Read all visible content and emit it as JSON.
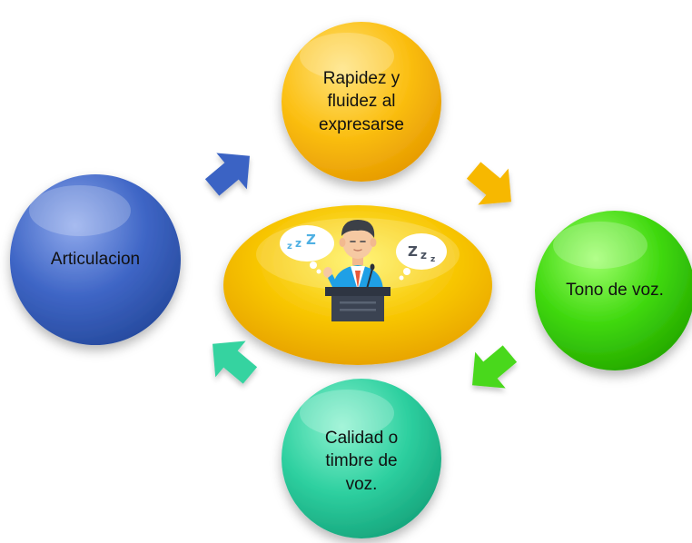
{
  "nodes": {
    "top": {
      "lines": [
        "Rapidez y",
        "fluidez al",
        "expresarse"
      ]
    },
    "right": {
      "lines": [
        "Tono de voz."
      ]
    },
    "bottom": {
      "lines": [
        "Calidad o",
        "timbre de",
        "voz."
      ]
    },
    "left": {
      "lines": [
        "Articulacion"
      ]
    }
  },
  "center": {
    "icon": "speaker-at-podium-sleeping-audience-icon"
  },
  "colors": {
    "top": "#fbbf12",
    "right": "#3fd80e",
    "bottom": "#2ed0a0",
    "left": "#3f66c6",
    "center": "#f7c400",
    "arrow_top_left": "#3a64c4",
    "arrow_top_right": "#f7b800",
    "arrow_bottom_right": "#49d81a",
    "arrow_bottom_left": "#34d3a0"
  }
}
